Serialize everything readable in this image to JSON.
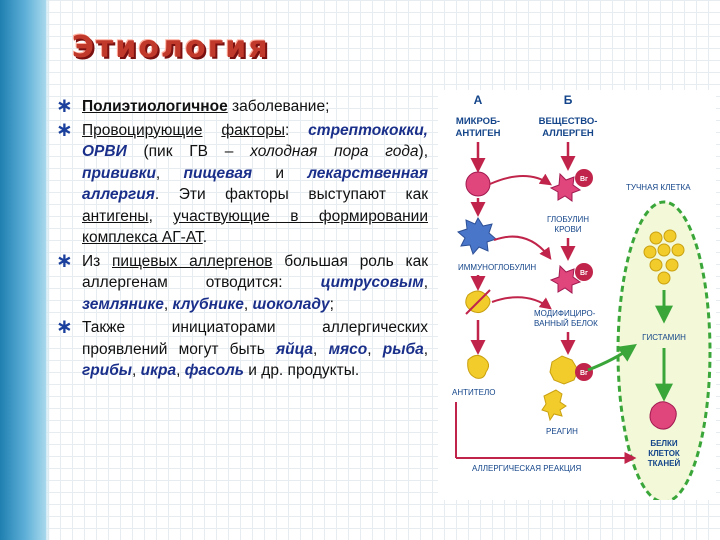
{
  "title": "Этиология",
  "bullets": {
    "b1": {
      "lead": "Полиэтиологичное",
      "rest": " заболевание;"
    },
    "b2": {
      "t1": "Провоцирующие",
      "t2": " ",
      "t3": "факторы",
      "t4": ": ",
      "t5": "стрептококки, ОРВИ",
      "t6": " (пик ГВ – ",
      "t7": "холодная пора года",
      "t8": "), ",
      "t9": "прививки",
      "t10": ", ",
      "t11": "пищевая",
      "t12": " и ",
      "t13": "лекарственная аллергия",
      "t14": ". Эти факторы выступают как ",
      "t15": "антигены,",
      "t16": " ",
      "t17": "участвующие в формировании комплекса АГ-АТ",
      "t18": "."
    },
    "b3": {
      "t1": "Из ",
      "t2": "пищевых аллергенов",
      "t3": " большая роль как аллергенам отводится: ",
      "t4": "цитрусовым",
      "t5": ", ",
      "t6": "землянике",
      "t7": ", ",
      "t8": "клубнике",
      "t9": ", ",
      "t10": "шоколаду",
      "t11": ";"
    },
    "b4": {
      "t1": "Также инициаторами аллергических проявлений могут быть ",
      "t2": "яйца",
      "t3": ", ",
      "t4": "мясо",
      "t5": ", ",
      "t6": "рыба",
      "t7": ", ",
      "t8": "грибы",
      "t9": ", ",
      "t10": "икра",
      "t11": ", ",
      "t12": "фасоль",
      "t13": " и др. продукты."
    }
  },
  "figure": {
    "col_a": "А",
    "col_b": "Б",
    "microbe_1": "МИКРОБ-",
    "microbe_2": "АНТИГЕН",
    "substance_1": "ВЕЩЕСТВО-",
    "substance_2": "АЛЛЕРГЕН",
    "globulin_1": "ГЛОБУЛИН",
    "globulin_2": "КРОВИ",
    "immunoglobulin": "ИММУНОГЛОБУЛИН",
    "modified_1": "МОДИФИЦИРО-",
    "modified_2": "ВАННЫЙ БЕЛОК",
    "mast_cell": "ТУЧНАЯ КЛЕТКА",
    "antibody": "АНТИТЕЛО",
    "histamine": "ГИСТАМИН",
    "reagin": "РЕАГИН",
    "tissue_1": "БЕЛКИ",
    "tissue_2": "КЛЕТОК",
    "tissue_3": "ТКАНЕЙ",
    "reaction": "АЛЛЕРГИЧЕСКАЯ РЕАКЦИЯ",
    "bg_label": "Вг",
    "colors": {
      "arrow": "#c0244a",
      "green": "#3aa63a",
      "header": "#14458a",
      "antigen": "#e0457b",
      "blue": "#4a76c9",
      "yellow": "#f2cc2a",
      "ell_fill": "#f2f8d8"
    }
  }
}
